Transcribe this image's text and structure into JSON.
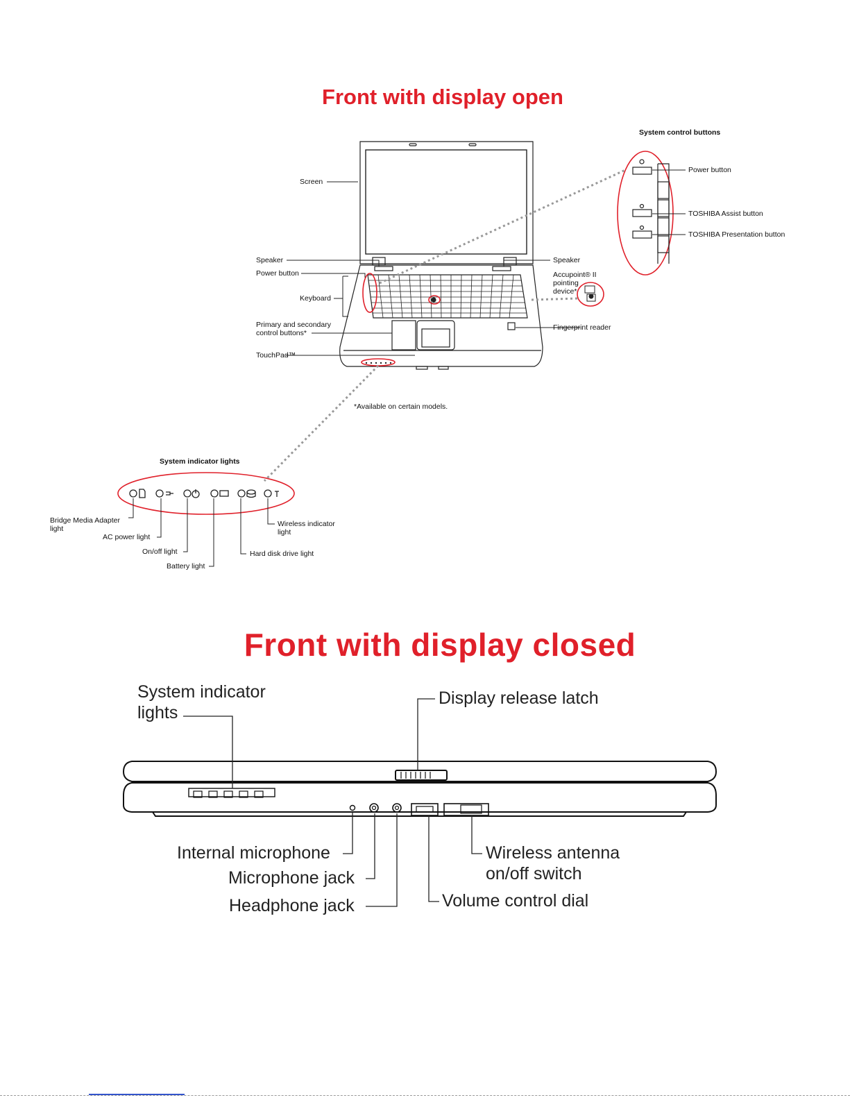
{
  "open_section": {
    "title": "Front with display open",
    "labels": {
      "screen": "Screen",
      "speaker_left": "Speaker",
      "speaker_right": "Speaker",
      "power_button": "Power button",
      "keyboard": "Keyboard",
      "control_buttons": "Primary and secondary\ncontrol buttons*",
      "touchpad": "TouchPad™",
      "accupoint": "Accupoint® II\npointing\ndevice*",
      "fingerprint": "Fingerprint reader",
      "footnote": "*Available on certain models."
    },
    "system_control_buttons": {
      "heading": "System control buttons",
      "power": "Power button",
      "assist": "TOSHIBA Assist button",
      "presentation": "TOSHIBA Presentation button"
    },
    "system_indicator_lights": {
      "heading": "System indicator lights",
      "bridge_media": "Bridge Media Adapter\nlight",
      "ac_power": "AC power light",
      "on_off": "On/off light",
      "battery": "Battery light",
      "hdd": "Hard disk drive light",
      "wireless": "Wireless indicator\nlight"
    }
  },
  "closed_section": {
    "title": "Front with display closed",
    "labels": {
      "indicator_lights": "System indicator\nlights",
      "release_latch": "Display release latch",
      "internal_mic": "Internal microphone",
      "mic_jack": "Microphone jack",
      "headphone_jack": "Headphone jack",
      "volume_dial": "Volume control dial",
      "wireless_switch": "Wireless antenna\non/off switch"
    }
  },
  "colors": {
    "title": "#e0202a",
    "callout": "#e0202a",
    "line": "#222222",
    "dotted": "#999999"
  }
}
